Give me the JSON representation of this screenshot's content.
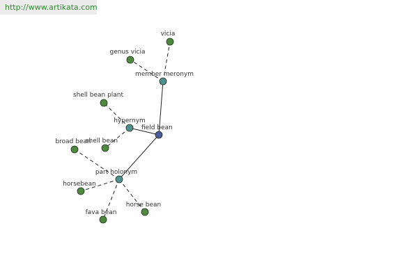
{
  "watermark": "http://www.artikata.com",
  "colors": {
    "center_node": "#4a5a9a",
    "relation_node": "#4f9090",
    "leaf_node": "#4f8a3e",
    "node_stroke": "#1f2f1f",
    "solid_edge": "#222222",
    "dashed_edge": "#222222"
  },
  "graph": {
    "nodes": [
      {
        "id": "field_bean",
        "label": "field bean",
        "kind": "center"
      },
      {
        "id": "member_meronym",
        "label": "member meronym",
        "kind": "relation"
      },
      {
        "id": "hypernym",
        "label": "hypernym",
        "kind": "relation"
      },
      {
        "id": "part_holonym",
        "label": "part holonym",
        "kind": "relation"
      },
      {
        "id": "vicia",
        "label": "vicia",
        "kind": "leaf"
      },
      {
        "id": "genus_vicia",
        "label": "genus vicia",
        "kind": "leaf"
      },
      {
        "id": "shell_bean_plant",
        "label": "shell bean plant",
        "kind": "leaf"
      },
      {
        "id": "shell_bean",
        "label": "shell bean",
        "kind": "leaf"
      },
      {
        "id": "broad_bean",
        "label": "broad bean",
        "kind": "leaf"
      },
      {
        "id": "horsebean",
        "label": "horsebean",
        "kind": "leaf"
      },
      {
        "id": "fava_bean",
        "label": "fava bean",
        "kind": "leaf"
      },
      {
        "id": "horse_bean",
        "label": "horse bean",
        "kind": "leaf"
      }
    ],
    "edges": [
      {
        "from": "field_bean",
        "to": "member_meronym",
        "style": "solid"
      },
      {
        "from": "field_bean",
        "to": "hypernym",
        "style": "solid"
      },
      {
        "from": "field_bean",
        "to": "part_holonym",
        "style": "solid"
      },
      {
        "from": "member_meronym",
        "to": "vicia",
        "style": "dashed"
      },
      {
        "from": "member_meronym",
        "to": "genus_vicia",
        "style": "dashed"
      },
      {
        "from": "hypernym",
        "to": "shell_bean_plant",
        "style": "dashed"
      },
      {
        "from": "hypernym",
        "to": "shell_bean",
        "style": "dashed"
      },
      {
        "from": "part_holonym",
        "to": "broad_bean",
        "style": "dashed"
      },
      {
        "from": "part_holonym",
        "to": "horsebean",
        "style": "dashed"
      },
      {
        "from": "part_holonym",
        "to": "fava_bean",
        "style": "dashed"
      },
      {
        "from": "part_holonym",
        "to": "horse_bean",
        "style": "dashed"
      }
    ]
  }
}
